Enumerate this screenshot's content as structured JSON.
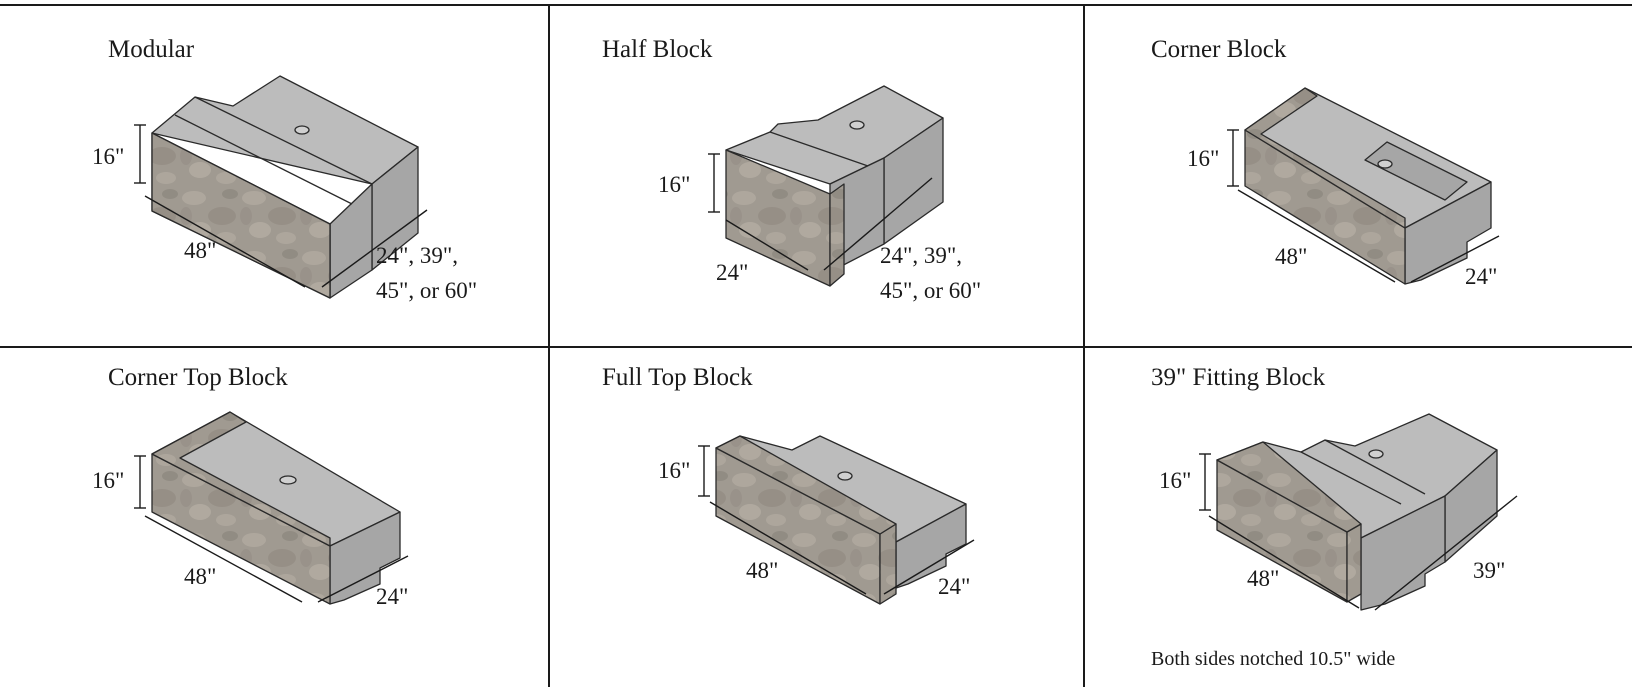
{
  "blocks": [
    {
      "title": "Modular",
      "height": "16\"",
      "length": "48\"",
      "depth_line1": "24\", 39\",",
      "depth_line2": "45\", or 60\""
    },
    {
      "title": "Half Block",
      "height": "16\"",
      "length": "24\"",
      "depth_line1": "24\", 39\",",
      "depth_line2": "45\", or 60\""
    },
    {
      "title": "Corner Block",
      "height": "16\"",
      "length": "48\"",
      "depth": "24\""
    },
    {
      "title": "Corner Top Block",
      "height": "16\"",
      "length": "48\"",
      "depth": "24\""
    },
    {
      "title": "Full Top Block",
      "height": "16\"",
      "length": "48\"",
      "depth": "24\""
    },
    {
      "title": "39\" Fitting Block",
      "height": "16\"",
      "length": "48\"",
      "depth": "39\"",
      "note": "Both sides notched 10.5\" wide"
    }
  ],
  "colors": {
    "grid": "#1a1a1a",
    "block_top": "#bcbcbc",
    "block_side": "#a6a6a6",
    "stone_face": "#a29c93"
  },
  "icons": [
    "lift-hole-icon"
  ]
}
